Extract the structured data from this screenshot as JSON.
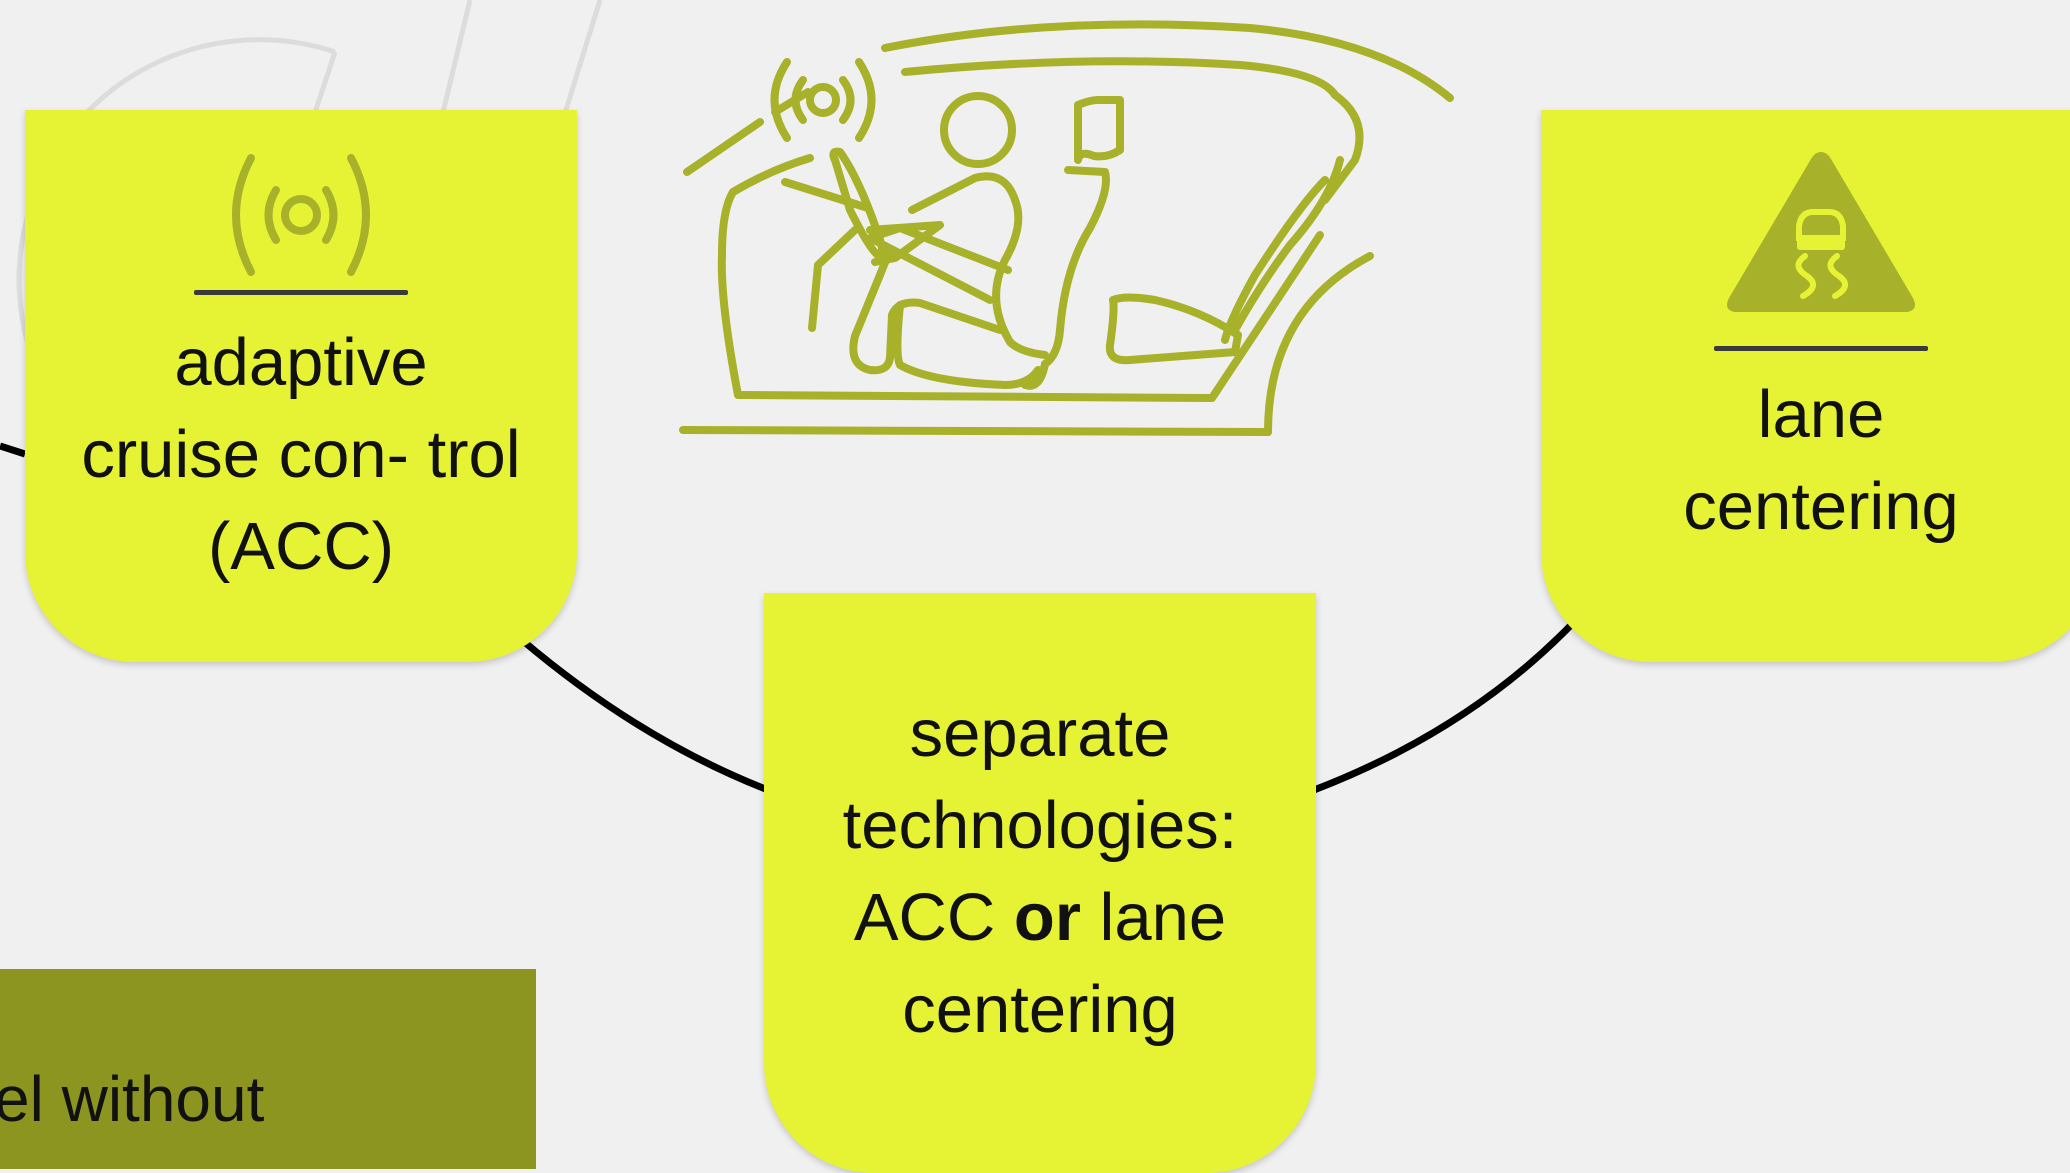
{
  "nodes": {
    "acc": {
      "label": "adaptive cruise con- trol (ACC)",
      "icon": "radar-signal-icon"
    },
    "lane": {
      "label_line1": "lane",
      "label_line2": "centering",
      "icon": "slippery-road-warning-icon"
    },
    "separate": {
      "line1": "separate",
      "line2": "technologies:",
      "line3_prefix": "ACC ",
      "line3_bold": "or",
      "line3_suffix": " lane",
      "line4": "centering"
    }
  },
  "bottom_panel": {
    "text": "el without"
  },
  "illustration": {
    "icon": "driver-in-car-sensor-icon"
  },
  "colors": {
    "card": "#e6f335",
    "icon": "#a8b12a",
    "panel": "#8d9521",
    "background": "#f0f0f0",
    "connector": "#000000"
  }
}
